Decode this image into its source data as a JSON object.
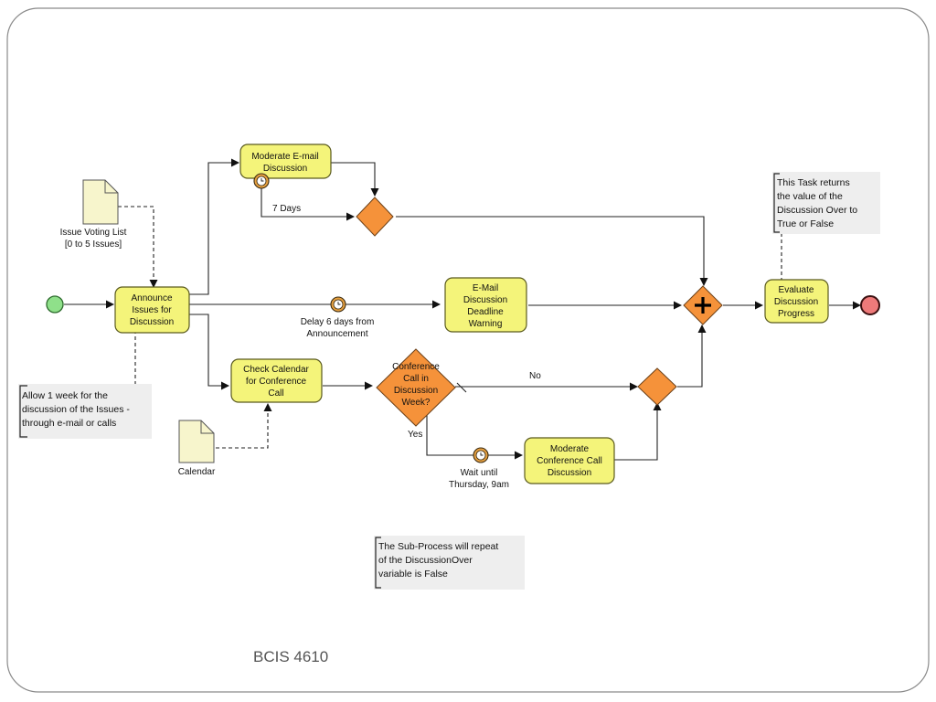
{
  "tasks": {
    "moderate_email": [
      "Moderate E-mail",
      "Discussion"
    ],
    "announce": [
      "Announce",
      "Issues for",
      "Discussion"
    ],
    "email_warning": [
      "E-Mail",
      "Discussion",
      "Deadline",
      "Warning"
    ],
    "check_calendar": [
      "Check Calendar",
      "for Conference",
      "Call"
    ],
    "moderate_conf": [
      "Moderate",
      "Conference Call",
      "Discussion"
    ],
    "evaluate": [
      "Evaluate",
      "Discussion",
      "Progress"
    ]
  },
  "gateways": {
    "conf_call": [
      "Conference",
      "Call in",
      "Discussion",
      "Week?"
    ]
  },
  "labels": {
    "seven_days": "7 Days",
    "delay": [
      "Delay 6 days from",
      "Announcement"
    ],
    "no": "No",
    "yes": "Yes",
    "wait": [
      "Wait until",
      "Thursday, 9am"
    ]
  },
  "data_objects": {
    "issue_list": [
      "Issue Voting List",
      "[0 to 5 Issues]"
    ],
    "calendar": [
      "Calendar"
    ]
  },
  "annotations": {
    "allow_week": [
      "Allow 1 week for the",
      "discussion of the Issues -",
      "through e-mail or calls"
    ],
    "task_returns": [
      "This Task returns",
      "the value of the",
      "Discussion Over to",
      "True or False"
    ],
    "sub_process": [
      "The Sub-Process will repeat",
      "of the DiscussionOver",
      "variable is False"
    ]
  },
  "footer": "BCIS 4610",
  "colors": {
    "task_fill": "#f4f47a",
    "gateway_fill": "#f5923a",
    "start_event": "#8fe08a",
    "end_event": "#ee7a7a",
    "timer_fill": "#e6a040"
  }
}
